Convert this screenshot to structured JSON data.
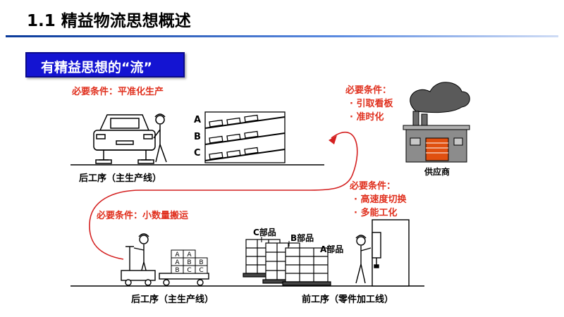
{
  "title": "1.1 精益物流思想概述",
  "banner": "有精益思想的“流”",
  "cond_leveling": {
    "head": "必要条件：平准化生产"
  },
  "cond_supplier": {
    "head": "必要条件：",
    "items": [
      "· 引取看板",
      "· 准时化"
    ]
  },
  "cond_smallbatch": {
    "head": "必要条件：小数量搬运"
  },
  "cond_changeover": {
    "head": "必要条件：",
    "items": [
      "· 高速度切换",
      "· 多能工化"
    ]
  },
  "labels": {
    "rear_top": "后工序（主生产线）",
    "rear_bottom": "后工序（主生产线）",
    "front": "前工序（零件加工线）",
    "supplier": "供应商",
    "part_c": "C部品",
    "part_b": "B部品",
    "part_a": "A部品"
  },
  "rack_rows": [
    "A",
    "B",
    "C"
  ],
  "cart_boxes": [
    [
      "A",
      "A"
    ],
    [
      "A",
      "B",
      "B"
    ],
    [
      "B",
      "C",
      "C"
    ]
  ],
  "colors": {
    "accent_red": "#e0301e",
    "banner_blue": "#1414d2",
    "flow_line": "#d42020"
  }
}
